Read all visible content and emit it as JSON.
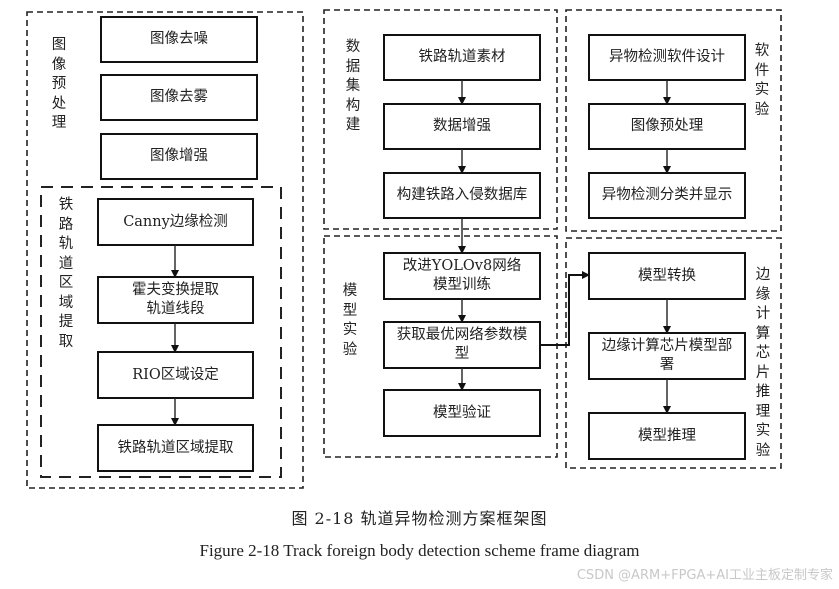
{
  "groups": {
    "preprocess": {
      "label": "图像预处理",
      "steps": [
        "图像去噪",
        "图像去雾",
        "图像增强"
      ]
    },
    "track_region": {
      "label": "铁路轨道区域提取",
      "steps": [
        "Canny边缘检测",
        "霍夫变换提取\n轨道线段",
        "RIO区域设定",
        "铁路轨道区域提取"
      ]
    },
    "dataset": {
      "label": "数据集构建",
      "steps": [
        "铁路轨道素材",
        "数据增强",
        "构建铁路入侵数据库"
      ]
    },
    "model_exp": {
      "label": "模型实验",
      "steps": [
        "改进YOLOv8网络\n模型训练",
        "获取最优网络参数模\n型",
        "模型验证"
      ]
    },
    "software_exp": {
      "label": "软件实验",
      "steps": [
        "异物检测软件设计",
        "图像预处理",
        "异物检测分类并显示"
      ]
    },
    "edge_exp": {
      "label": "边缘计算芯片推理实验",
      "steps": [
        "模型转换",
        "边缘计算芯片模型部\n署",
        "模型推理"
      ]
    }
  },
  "captions": {
    "cn": "图 2-18  轨道异物检测方案框架图",
    "en": "Figure 2-18 Track foreign body detection scheme frame diagram"
  },
  "watermark": "CSDN @ARM+FPGA+AI工业主板定制专家"
}
